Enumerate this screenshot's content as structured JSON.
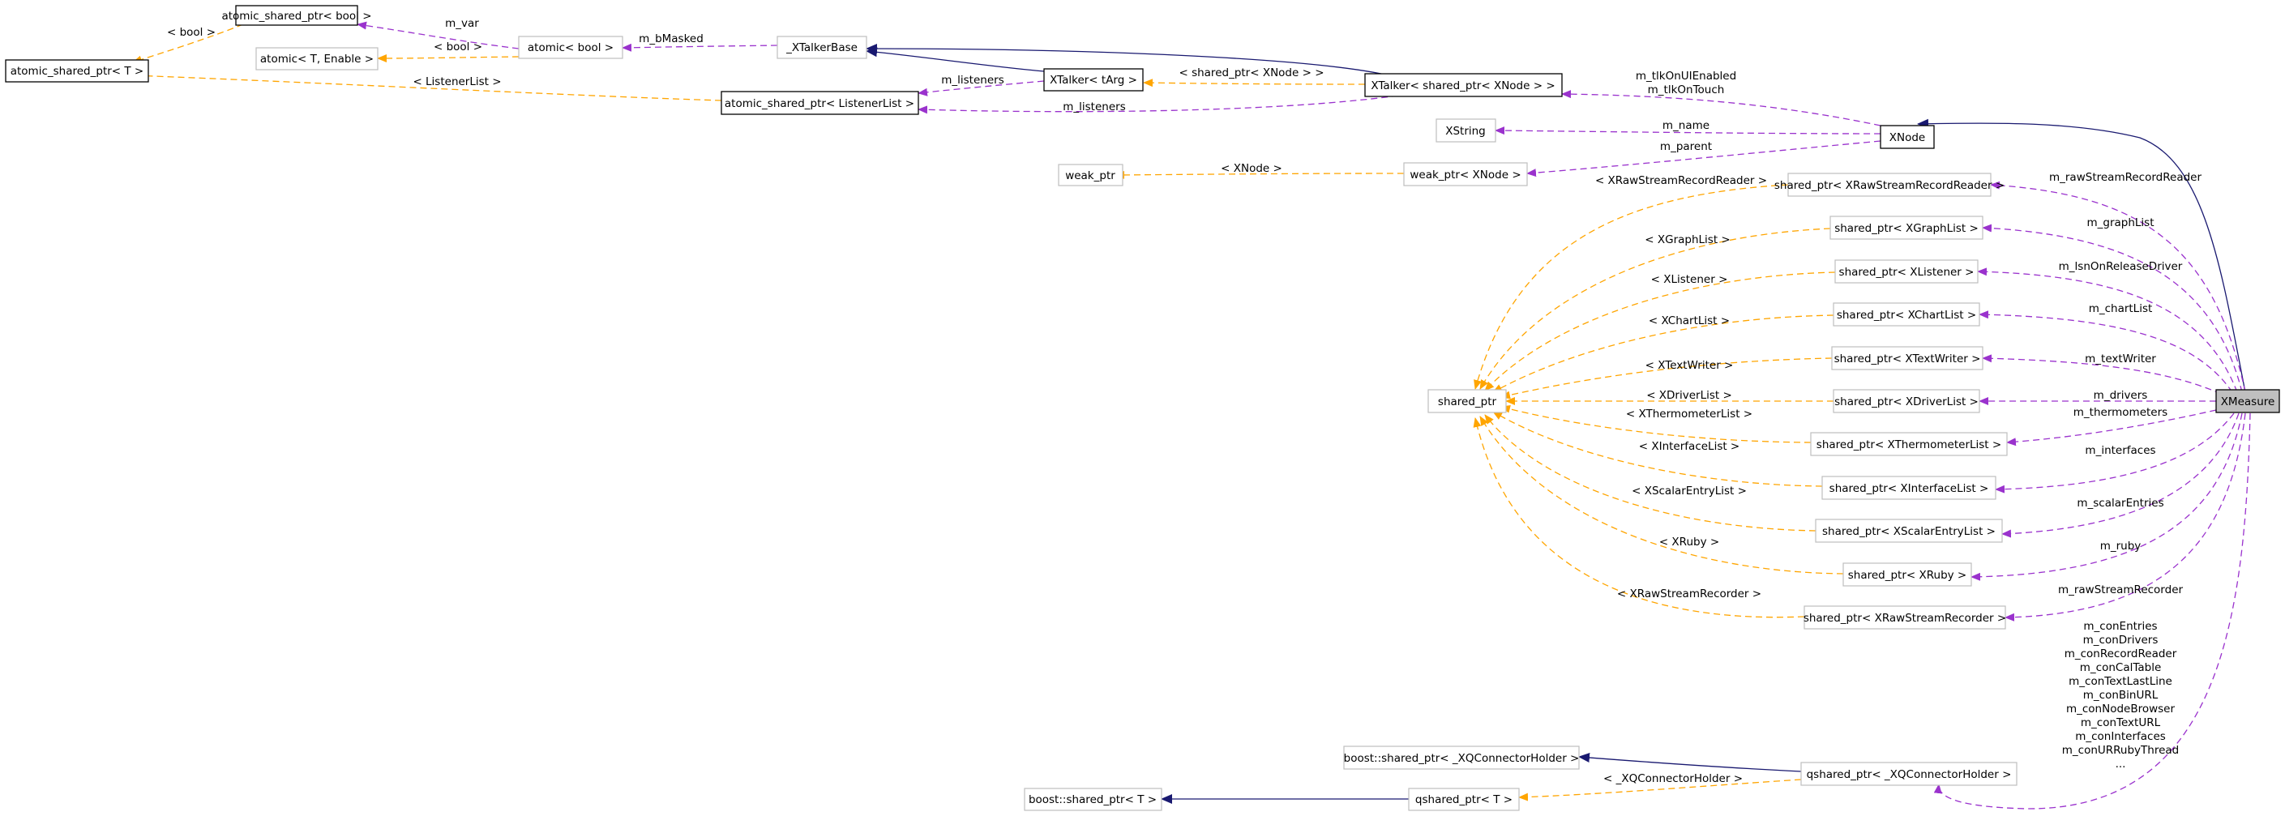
{
  "colors": {
    "inherit": "#191970",
    "member": "#9a32cd",
    "template": "#ffa500",
    "border_strong": "#000000",
    "border_light": "#bfbfbf",
    "highlight": "#bfbfbf"
  },
  "nodes": {
    "atomic_shared_ptr_bool": "atomic_shared_ptr< bool >",
    "atomic_shared_ptr_T": "atomic_shared_ptr< T >",
    "atomic_T_Enable": "atomic< T, Enable >",
    "atomic_bool": "atomic< bool >",
    "xtalkerbase": "_XTalkerBase",
    "xtalker_targ": "XTalker< tArg >",
    "xtalker_shared_xnode": "XTalker< shared_ptr< XNode > >",
    "atomic_shared_listenerlist": "atomic_shared_ptr< ListenerList >",
    "xstring": "XString",
    "xnode": "XNode",
    "weak_ptr": "weak_ptr",
    "weak_ptr_xnode": "weak_ptr< XNode >",
    "shared_ptr": "shared_ptr",
    "sp_rawstreamrecordreader": "shared_ptr< XRawStreamRecordReader >",
    "sp_graphlist": "shared_ptr< XGraphList >",
    "sp_listener": "shared_ptr< XListener >",
    "sp_chartlist": "shared_ptr< XChartList >",
    "sp_textwriter": "shared_ptr< XTextWriter >",
    "sp_driverlist": "shared_ptr< XDriverList >",
    "sp_thermometerlist": "shared_ptr< XThermometerList >",
    "sp_interfacelist": "shared_ptr< XInterfaceList >",
    "sp_scalarentrylist": "shared_ptr< XScalarEntryList >",
    "sp_ruby": "shared_ptr< XRuby >",
    "sp_rawstreamrecorder": "shared_ptr< XRawStreamRecorder >",
    "xmeasure": "XMeasure",
    "boost_sp_xqconnectorholder": "boost::shared_ptr< _XQConnectorHolder >",
    "boost_sp_T": "boost::shared_ptr< T >",
    "qsp_T": "qshared_ptr< T >",
    "qsp_xqconnectorholder": "qshared_ptr< _XQConnectorHolder >"
  },
  "edge_labels": {
    "tpl_bool_1": "< bool >",
    "member_m_var": "m_var",
    "tpl_bool_2": "< bool >",
    "member_m_bmasked": "m_bMasked",
    "member_m_listeners_1": "m_listeners",
    "member_m_listeners_2": "m_listeners",
    "tpl_listenerlist": "< ListenerList >",
    "tpl_shared_xnode": "< shared_ptr< XNode > >",
    "member_m_tlk": [
      "m_tlkOnUIEnabled",
      "m_tlkOnTouch"
    ],
    "member_m_name": "m_name",
    "member_m_parent": "m_parent",
    "tpl_xnode": "< XNode >",
    "tpl_rawstreamrecordreader": "< XRawStreamRecordReader >",
    "tpl_graphlist": "< XGraphList >",
    "tpl_listener": "< XListener >",
    "tpl_chartlist": "< XChartList >",
    "tpl_textwriter": "< XTextWriter >",
    "tpl_driverlist": "< XDriverList >",
    "tpl_thermometerlist": "< XThermometerList >",
    "tpl_interfacelist": "< XInterfaceList >",
    "tpl_scalarentrylist": "< XScalarEntryList >",
    "tpl_ruby": "< XRuby >",
    "tpl_rawstreamrecorder": "< XRawStreamRecorder >",
    "member_rawstreamrecordreader": "m_rawStreamRecordReader",
    "member_graphlist": "m_graphList",
    "member_lsnonreleasedriver": "m_lsnOnReleaseDriver",
    "member_chartlist": "m_chartList",
    "member_textwriter": "m_textWriter",
    "member_drivers": "m_drivers",
    "member_thermometers": "m_thermometers",
    "member_interfaces": "m_interfaces",
    "member_scalarentries": "m_scalarEntries",
    "member_ruby": "m_ruby",
    "member_rawstreamrecorder": "m_rawStreamRecorder",
    "member_connectors": [
      "m_conEntries",
      "m_conDrivers",
      "m_conRecordReader",
      "m_conCalTable",
      "m_conTextLastLine",
      "m_conBinURL",
      "m_conNodeBrowser",
      "m_conTextURL",
      "m_conInterfaces",
      "m_conURRubyThread",
      "..."
    ],
    "tpl_xqconnectorholder": "< _XQConnectorHolder >"
  }
}
